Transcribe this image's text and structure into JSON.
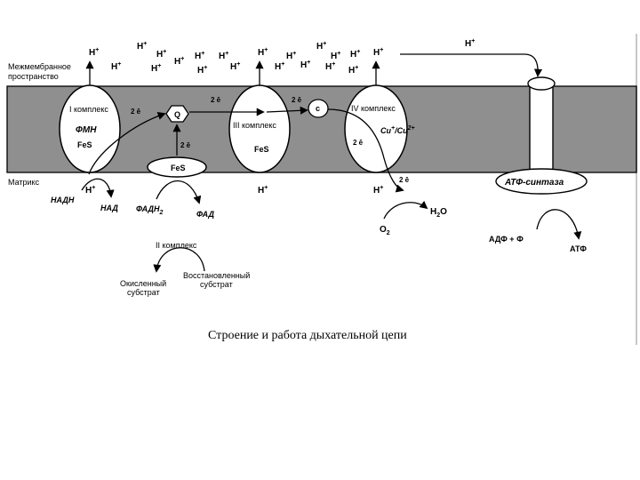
{
  "caption": "Строение и работа дыхательной цепи",
  "regions": {
    "intermembrane": [
      "Межмембранное",
      "пространство"
    ],
    "matrix": "Матрикс"
  },
  "complexes": {
    "c1": {
      "title": "I комплекс",
      "cofactor1": "ФМН",
      "cofactor2": "FeS"
    },
    "c2": {
      "title": "II комплекс",
      "cofactor": "FeS"
    },
    "c3": {
      "title": "III комплекс",
      "cofactor": "FeS"
    },
    "c4": {
      "title": "IV комплекс",
      "cofactor_a": "Cu",
      "cofactor_b": "Cu"
    },
    "atp_synthase": "АТФ-синтаза"
  },
  "carriers": {
    "q": "Q",
    "c": "c"
  },
  "electrons": {
    "label": "2 ē"
  },
  "substances": {
    "nadh": "НАДН",
    "nad": "НАД",
    "fadh2": "ФАДН",
    "fadh2_sub": "2",
    "fad": "ФАД",
    "o2": "O",
    "o2_sub": "2",
    "h2o": "H",
    "h2o_sub": "2",
    "h2o_tail": "O",
    "adp": "АДФ + Ф",
    "atp": "АТФ",
    "oxidized": [
      "Окисленный",
      "субстрат"
    ],
    "reduced": [
      "Восстановленный",
      "субстрат"
    ]
  },
  "proton": {
    "symbol": "H",
    "charge": "+"
  },
  "cu_charges": {
    "a": "+",
    "b": "2+"
  },
  "colors": {
    "membrane": "#8f8f8f",
    "ink": "#000000",
    "paper": "#ffffff",
    "frame": "#c8c8c8"
  }
}
